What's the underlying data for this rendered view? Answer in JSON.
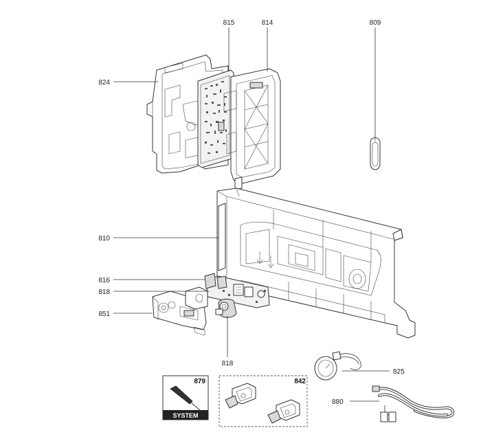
{
  "callouts": {
    "c815": "815",
    "c814": "814",
    "c809": "809",
    "c824": "824",
    "c810": "810",
    "c816": "816",
    "c818a": "818",
    "c851": "851",
    "c818b": "818",
    "c825": "825",
    "c880": "880"
  },
  "tool_box": {
    "number": "879",
    "caption": "SYSTEM"
  },
  "kit_box": {
    "number": "842"
  }
}
